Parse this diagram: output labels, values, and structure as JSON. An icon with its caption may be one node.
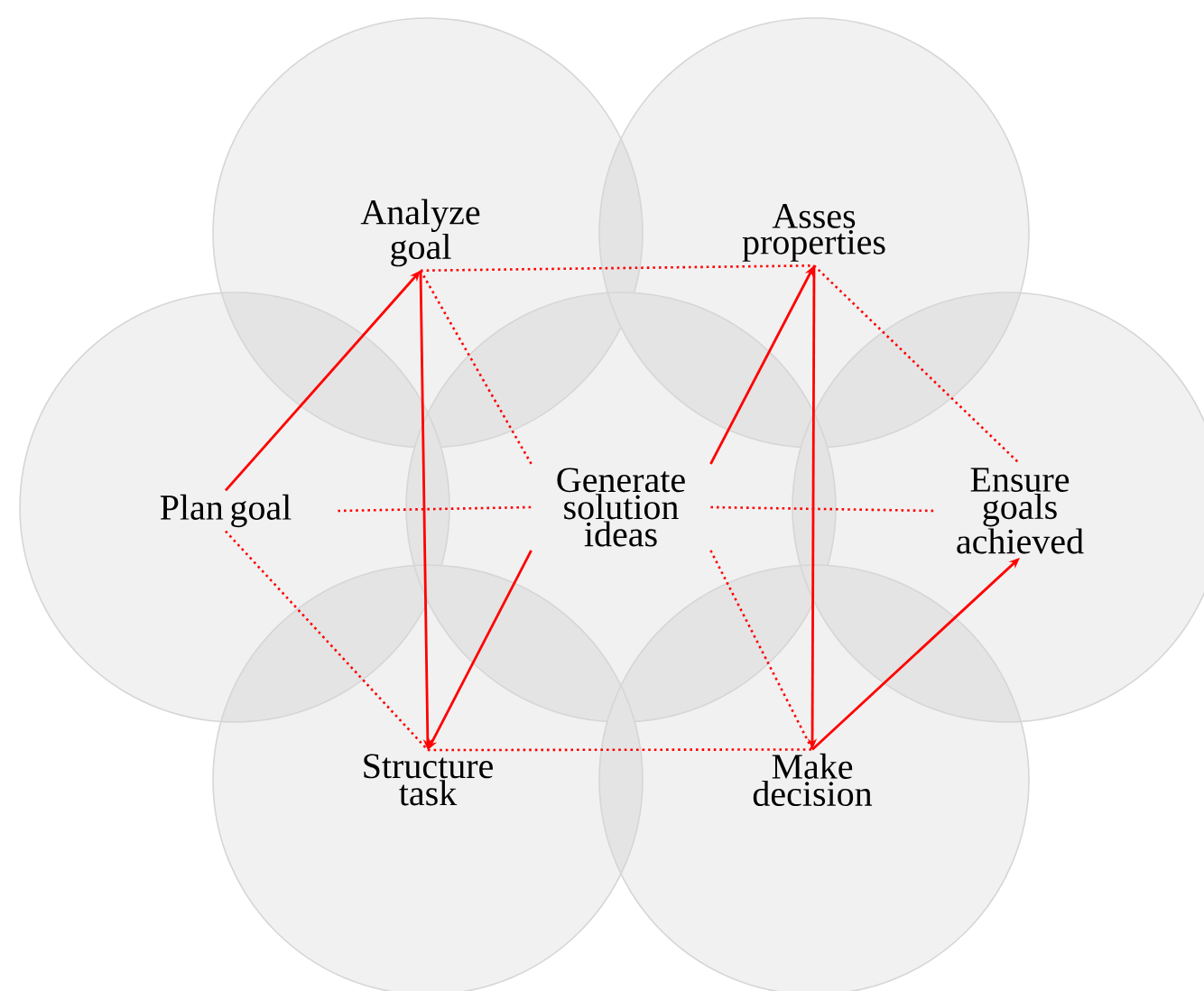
{
  "diagram": {
    "nodes": [
      {
        "text": [
          "Analyze goal"
        ]
      },
      {
        "text": [
          "Asses properties"
        ]
      },
      {
        "text": [
          "Plan goal"
        ]
      },
      {
        "text": [
          "Generate solution ideas"
        ]
      },
      {
        "text": [
          "Ensure goals achieved"
        ]
      },
      {
        "text": [
          "Structure task"
        ]
      },
      {
        "text": [
          "Make decision"
        ]
      }
    ],
    "edges": [
      {
        "from": 2,
        "to": 0,
        "arrow": "to"
      },
      {
        "from": 0,
        "to": 5,
        "arrow": "to"
      },
      {
        "from": 3,
        "to": 5,
        "arrow": "to"
      },
      {
        "from": 3,
        "to": 1,
        "arrow": "to"
      },
      {
        "from": 1,
        "to": 6,
        "arrow": "to"
      },
      {
        "from": 6,
        "to": 4,
        "arrow": "to"
      },
      {
        "from": 0,
        "to": 1,
        "arrow": "none",
        "style": "dashed"
      },
      {
        "from": 0,
        "to": 3,
        "arrow": "none",
        "style": "dashed"
      },
      {
        "from": 2,
        "to": 3,
        "arrow": "none",
        "style": "dashed"
      },
      {
        "from": 2,
        "to": 5,
        "arrow": "none",
        "style": "dashed"
      },
      {
        "from": 1,
        "to": 4,
        "arrow": "none",
        "style": "dashed"
      },
      {
        "from": 3,
        "to": 4,
        "arrow": "none",
        "style": "dashed"
      },
      {
        "from": 5,
        "to": 6,
        "arrow": "none",
        "style": "dashed"
      },
      {
        "from": 3,
        "to": 6,
        "arrow": "none",
        "style": "dashed"
      }
    ]
  }
}
